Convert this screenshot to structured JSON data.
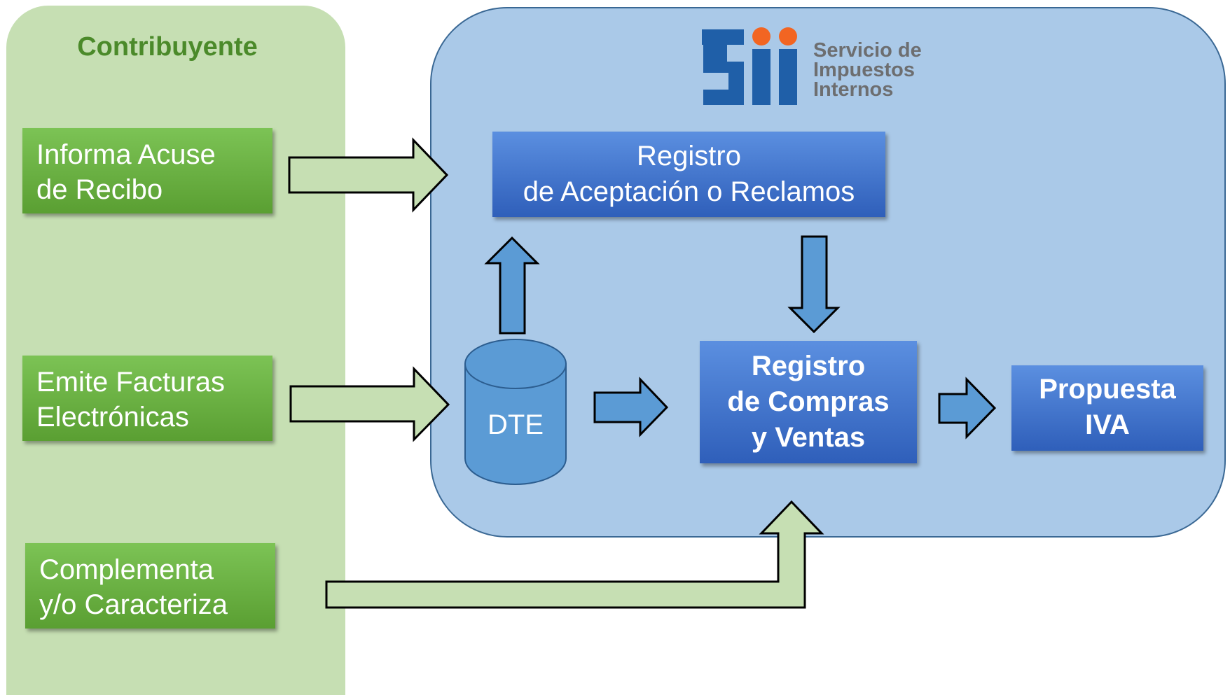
{
  "contributor_panel": {
    "title": "Contribuyente",
    "boxes": [
      {
        "lines": [
          "Informa Acuse",
          "de Recibo"
        ]
      },
      {
        "lines": [
          "Emite Facturas",
          "Electrónicas"
        ]
      },
      {
        "lines": [
          "Complementa",
          "y/o Caracteriza"
        ]
      }
    ]
  },
  "sii_panel": {
    "logo": {
      "mark": "Sii",
      "lines": [
        "Servicio de",
        "Impuestos",
        "Internos"
      ]
    },
    "acceptance_registry": {
      "lines": [
        "Registro",
        "de Aceptación o Reclamos"
      ]
    },
    "database": {
      "label": "DTE"
    },
    "purchase_sales_registry": {
      "lines": [
        "Registro",
        "de Compras",
        "y Ventas"
      ]
    },
    "vat_proposal": {
      "lines": [
        "Propuesta",
        "IVA"
      ]
    }
  },
  "colors": {
    "green_panel": "#c6dfb3",
    "green_box": "#6ab043",
    "blue_panel": "#aac9e8",
    "blue_box": "#3f6fcc",
    "arrow_blue": "#5b9bd5",
    "arrow_green": "#c6dfb3",
    "logo_blue": "#1f5fa8",
    "logo_orange": "#f26522"
  }
}
